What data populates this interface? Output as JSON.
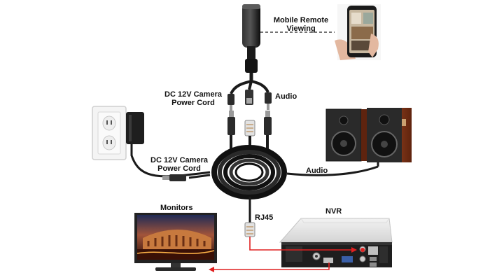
{
  "labels": {
    "mobile_remote_line1": "Mobile Remote",
    "mobile_remote_line2": "Viewing",
    "camera_power_top_line1": "DC 12V Camera",
    "camera_power_top_line2": "Power Cord",
    "audio_top": "Audio",
    "camera_power_left_line1": "DC 12V Camera",
    "camera_power_left_line2": "Power Cord",
    "audio_right": "Audio",
    "rj45": "RJ45",
    "nvr": "NVR",
    "monitors": "Monitors"
  },
  "colors": {
    "cable": "#1a1a1a",
    "connection_arrow": "#e02020",
    "speaker_wood": "#8b3a1c",
    "nvr_body": "#e6e6e6"
  }
}
